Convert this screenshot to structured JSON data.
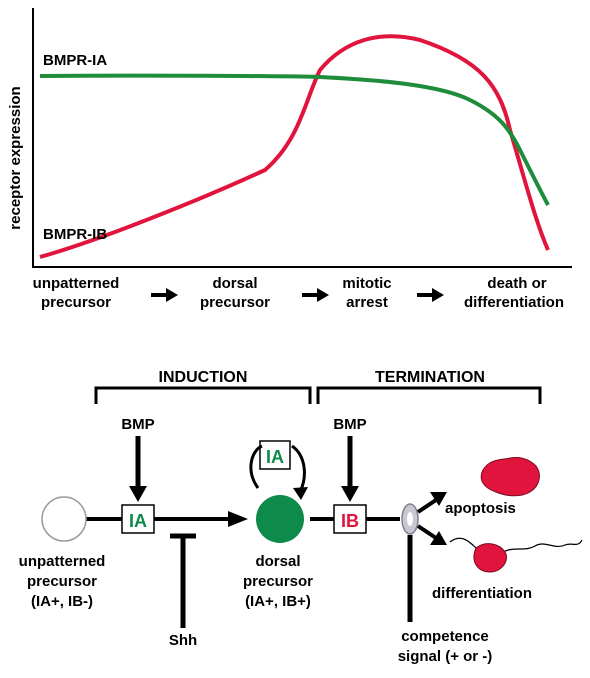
{
  "top_chart": {
    "ylabel": "receptor expression",
    "series": [
      {
        "name": "BMPR-IA",
        "color": "#1e8c3a"
      },
      {
        "name": "BMPR-IB",
        "color": "#e0143c"
      }
    ],
    "stages": [
      {
        "line1": "unpatterned",
        "line2": "precursor"
      },
      {
        "line1": "dorsal",
        "line2": "precursor"
      },
      {
        "line1": "mitotic",
        "line2": "arrest"
      },
      {
        "line1": "death or",
        "line2": "differentiation"
      }
    ]
  },
  "chart_data": {
    "type": "line",
    "ylabel": "receptor expression",
    "x": [
      "unpatterned precursor",
      "dorsal precursor",
      "mitotic arrest",
      "death or differentiation"
    ],
    "series": [
      {
        "name": "BMPR-IA",
        "values": [
          0.85,
          0.85,
          0.84,
          0.3
        ]
      },
      {
        "name": "BMPR-IB",
        "values": [
          0.05,
          0.4,
          1.0,
          0.1
        ]
      }
    ]
  },
  "pathway": {
    "induction_label": "INDUCTION",
    "termination_label": "TERMINATION",
    "bmp_left": "BMP",
    "bmp_right": "BMP",
    "ia_box": "IA",
    "ia_loop_box": "IA",
    "ib_box": "IB",
    "shh": "Shh",
    "apoptosis": "apoptosis",
    "differentiation": "differentiation",
    "unpatterned": {
      "line1": "unpatterned",
      "line2": "precursor",
      "line3": "(IA+, IB-)"
    },
    "dorsal": {
      "line1": "dorsal",
      "line2": "precursor",
      "line3": "(IA+, IB+)"
    },
    "competence": {
      "line1": "competence",
      "line2": "signal (+ or -)"
    },
    "colors": {
      "green": "#0e8a4a",
      "red": "#e0143c"
    }
  }
}
